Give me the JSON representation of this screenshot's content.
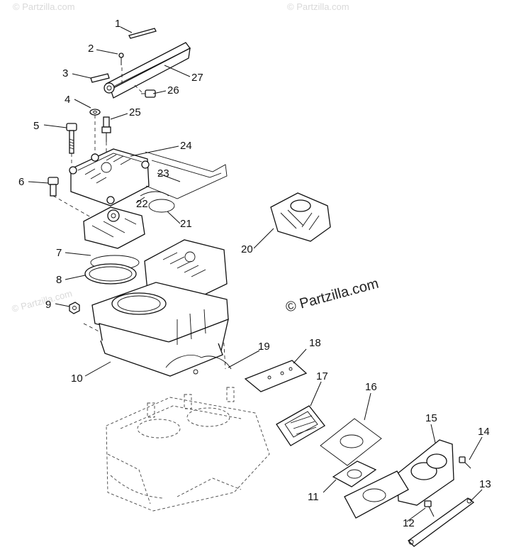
{
  "brand": {
    "text": "© Partzilla.com"
  },
  "watermarks": [
    "© Partzilla.com",
    "© Partzilla.com",
    "© Partzilla.com"
  ],
  "callouts": [
    {
      "id": "1",
      "label": "1"
    },
    {
      "id": "2",
      "label": "2"
    },
    {
      "id": "3",
      "label": "3"
    },
    {
      "id": "4",
      "label": "4"
    },
    {
      "id": "5",
      "label": "5"
    },
    {
      "id": "6",
      "label": "6"
    },
    {
      "id": "7",
      "label": "7"
    },
    {
      "id": "8",
      "label": "8"
    },
    {
      "id": "9",
      "label": "9"
    },
    {
      "id": "10",
      "label": "10"
    },
    {
      "id": "11",
      "label": "11"
    },
    {
      "id": "12",
      "label": "12"
    },
    {
      "id": "13",
      "label": "13"
    },
    {
      "id": "14",
      "label": "14"
    },
    {
      "id": "15",
      "label": "15"
    },
    {
      "id": "16",
      "label": "16"
    },
    {
      "id": "17",
      "label": "17"
    },
    {
      "id": "18",
      "label": "18"
    },
    {
      "id": "19",
      "label": "19"
    },
    {
      "id": "20",
      "label": "20"
    },
    {
      "id": "21",
      "label": "21"
    },
    {
      "id": "22",
      "label": "22"
    },
    {
      "id": "23",
      "label": "23"
    },
    {
      "id": "24",
      "label": "24"
    },
    {
      "id": "25",
      "label": "25"
    },
    {
      "id": "26",
      "label": "26"
    },
    {
      "id": "27",
      "label": "27"
    }
  ]
}
